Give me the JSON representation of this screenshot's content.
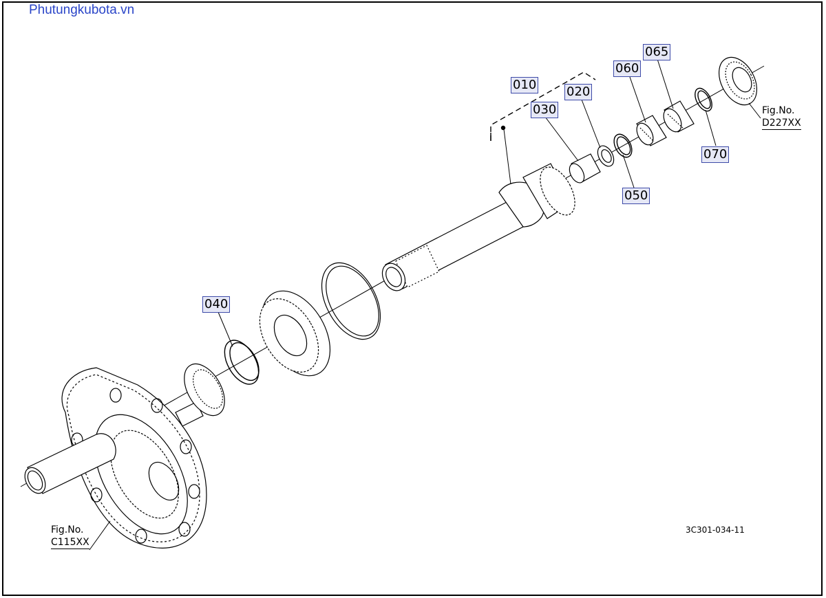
{
  "watermark": "Phutungkubota.vn",
  "drawing_number": "3C301-034-11",
  "fig_refs": [
    {
      "line1": "Fig.No.",
      "line2": "C115XX"
    },
    {
      "line1": "Fig.No.",
      "line2": "D227XX"
    }
  ],
  "part_labels": [
    "010",
    "020",
    "030",
    "040",
    "050",
    "060",
    "065",
    "070"
  ],
  "colors": {
    "line": "#000000",
    "label_bg": "#e6e8f6",
    "label_border": "#3d4aa8",
    "watermark": "#2a45c8"
  }
}
